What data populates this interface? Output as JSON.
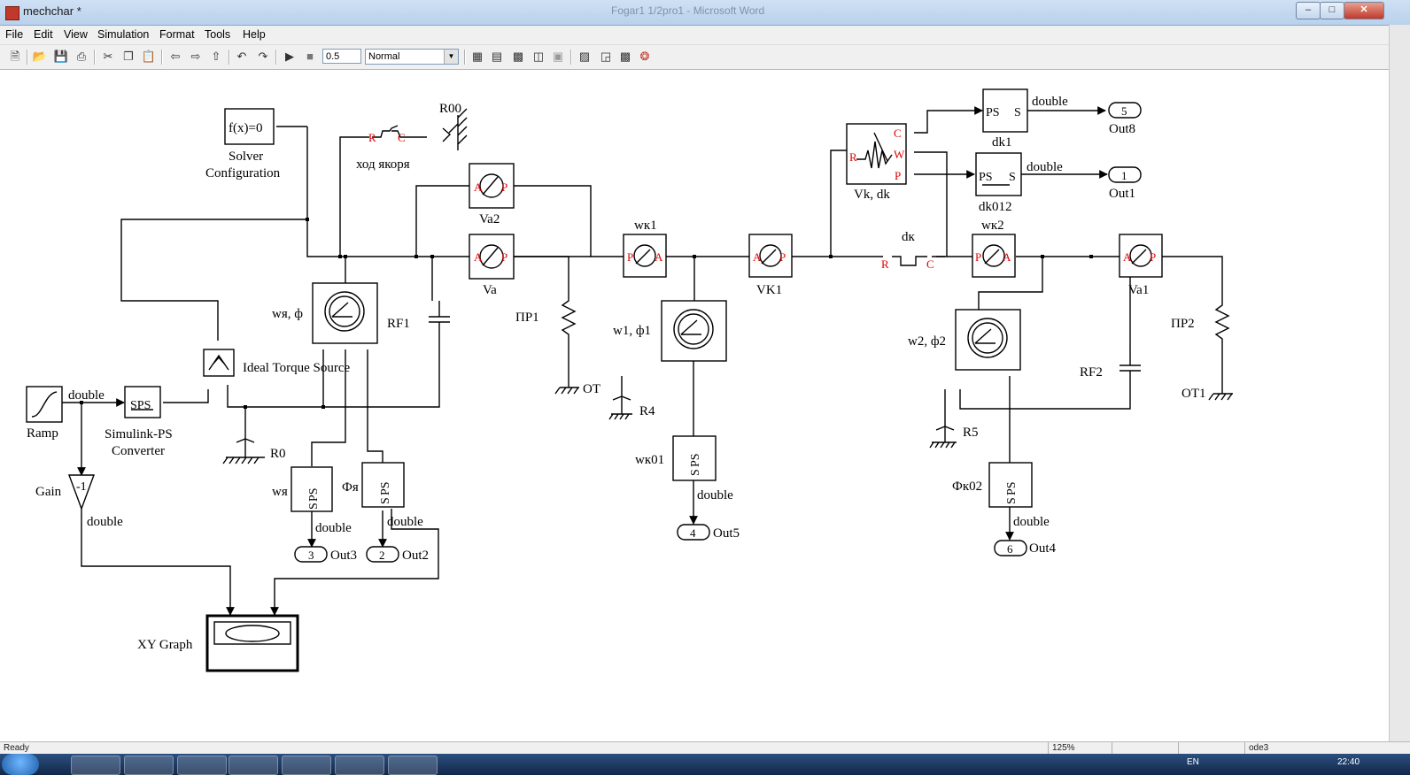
{
  "window": {
    "title": "mechchar *",
    "ghost_title": "Fogar1 1/2pro1 - Microsoft Word"
  },
  "menubar": {
    "items": [
      "File",
      "Edit",
      "View",
      "Simulation",
      "Format",
      "Tools",
      "Help"
    ]
  },
  "toolbar": {
    "icons": [
      "new-icon",
      "open-icon",
      "save-icon",
      "print-icon",
      "cut-icon",
      "copy-icon",
      "paste-icon",
      "back-icon",
      "forward-icon",
      "up-icon",
      "undo-icon",
      "redo-icon",
      "start-simulation-icon",
      "stop-simulation-icon"
    ],
    "stop_time": "0.5",
    "sim_mode": "Normal",
    "right_icons": [
      "build-icon",
      "update-diagram-icon",
      "library-browser-icon",
      "model-explorer-icon",
      "debugger-icon",
      "model-advisor-icon",
      "signal-monitor-icon",
      "profiler-icon"
    ]
  },
  "diagram": {
    "labels": {
      "solver_fx": "f(x)=0",
      "solver_line1": "Solver",
      "solver_line2": "Configuration",
      "hod": "ход якоря",
      "r00": "R00",
      "va2": "Va2",
      "va": "Va",
      "pr1": "ПР1",
      "ot": "ОТ",
      "wk1": "wк1",
      "w1phi1": "w1, ф1",
      "r4": "R4",
      "wk01": "wк01",
      "out5": "Out5",
      "vk1": "VK1",
      "vkdk": "Vk, dk",
      "dk": "dк",
      "dk1": "dk1",
      "dk012": "dk012",
      "out8": "Out8",
      "out1": "Out1",
      "wk2": "wк2",
      "w2phi2": "w2, ф2",
      "r5": "R5",
      "fk02": "Фк02",
      "out4": "Out4",
      "rf2": "RF2",
      "va1": "Va1",
      "pr2": "ПР2",
      "ot1": "ОТ1",
      "wya_phi": "wя, ф",
      "rf1": "RF1",
      "ideal": "Ideal Torque Source",
      "ramp": "Ramp",
      "sps": "SPS",
      "conv1": "Simulink-PS",
      "conv2": "Converter",
      "r0": "R0",
      "gain": "Gain",
      "gain_k": "-1",
      "wya": "wя",
      "fya": "Фя",
      "out3": "Out3",
      "out2": "Out2",
      "xy": "XY Graph",
      "ps": "PS",
      "s": "S",
      "double": "double",
      "n1": "1",
      "n2": "2",
      "n3": "3",
      "n4": "4",
      "n5": "5",
      "n6": "6",
      "pA": "A",
      "pP": "P",
      "pR": "R",
      "pC": "C",
      "pW": "W"
    }
  },
  "statusbar": {
    "status": "Ready",
    "zoom": "125%",
    "solver": "ode3"
  },
  "taskbar": {
    "lang": "EN",
    "clock": "22:40"
  }
}
